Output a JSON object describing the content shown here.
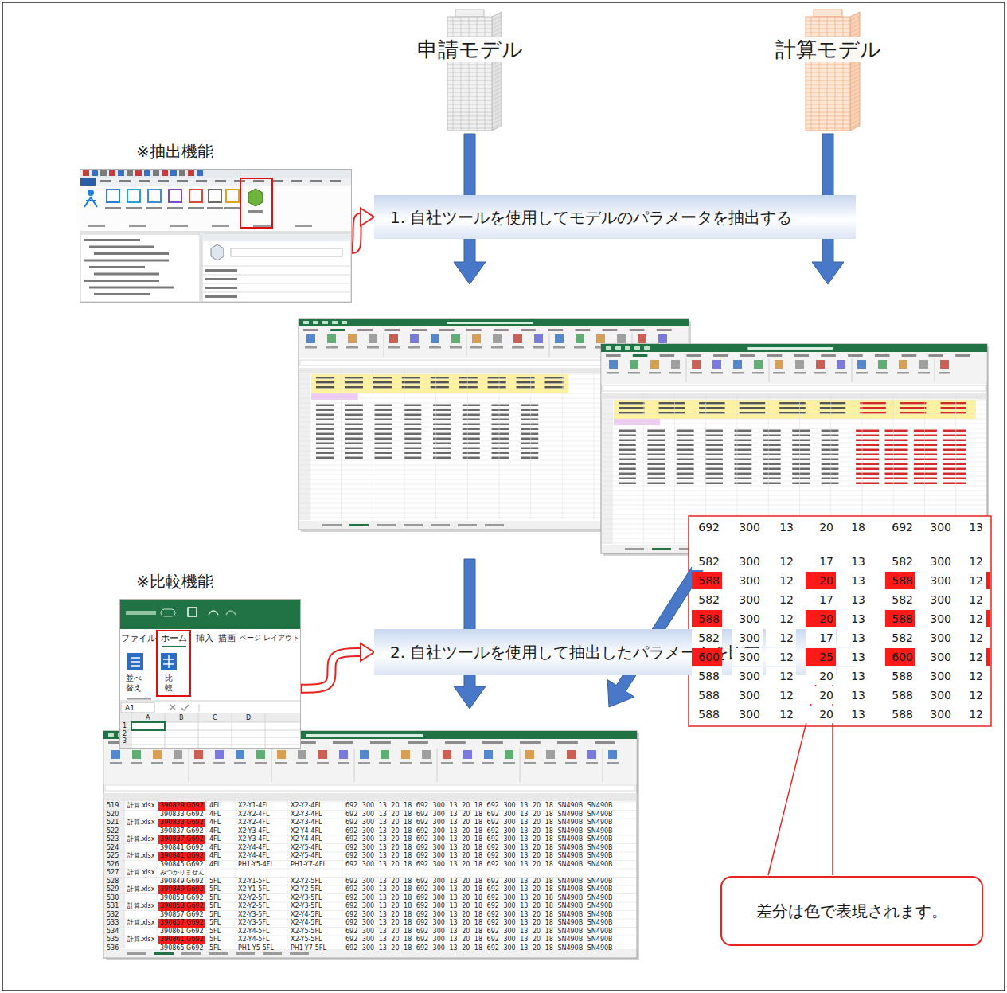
{
  "diagram": {
    "nodes": [
      {
        "text": [
          "※抽出機能"
        ]
      },
      {
        "text": [
          "1. 自社ツールを使用してモデルのパラメータを抽出する"
        ]
      },
      {
        "text": [
          "※比較機能"
        ]
      },
      {
        "text": [
          "2. 自社ツールを使用して抽出したパラメータを比較"
        ]
      },
      {
        "text": [
          "差分は色で表現されます。"
        ]
      }
    ],
    "edges": [
      {
        "from": 0,
        "to": 1,
        "arrow": "to"
      },
      {
        "from": 2,
        "to": 3,
        "arrow": "to"
      }
    ],
    "labels": [
      "申請モデル",
      "計算モデル",
      "ファイル",
      "ホーム",
      "挿入",
      "描画",
      "ページ レイアウト",
      "並べ替え",
      "比較",
      "A1",
      "A",
      "B",
      "C",
      "D",
      "1",
      "2",
      "3",
      "692",
      "300",
      "13",
      "20",
      "18",
      "692",
      "300",
      "13",
      "582",
      "300",
      "12",
      "17",
      "13",
      "582",
      "300",
      "12",
      "588",
      "300",
      "12",
      "20",
      "13",
      "588",
      "300",
      "12",
      "582",
      "300",
      "12",
      "17",
      "13",
      "582",
      "300",
      "12",
      "588",
      "300",
      "12",
      "20",
      "13",
      "588",
      "300",
      "12",
      "582",
      "300",
      "12",
      "17",
      "13",
      "582",
      "300",
      "12",
      "600",
      "300",
      "12",
      "25",
      "13",
      "600",
      "300",
      "12",
      "588",
      "300",
      "12",
      "20",
      "13",
      "588",
      "300",
      "12",
      "588",
      "300",
      "12",
      "20",
      "13",
      "588",
      "300",
      "12",
      "588",
      "300",
      "12",
      "20",
      "13",
      "588",
      "300",
      "12",
      "519",
      "計算.xlsx",
      "390829 G692",
      "4FL",
      "X2-Y1-4FL",
      "X2-Y2-4FL",
      "692 300 13 20 18 692 300 13 20 18 692 300 13 20 18 SN490B SN490B",
      "520",
      "390833 G692",
      "4FL",
      "X2-Y2-4FL",
      "X2-Y3-4FL",
      "692 300 13 20 18 692 300 13 20 18 692 300 13 20 18 SN490B SN490B",
      "521",
      "計算.xlsx",
      "390833 G692",
      "4FL",
      "X2-Y2-4FL",
      "X2-Y3-4FL",
      "692 300 13 20 18 692 300 13 20 18 692 300 13 20 18 SN490B SN490B",
      "522",
      "390837 G692",
      "4FL",
      "X2-Y3-4FL",
      "X2-Y4-4FL",
      "692 300 13 20 18 692 300 13 20 18 692 300 13 20 18 SN490B SN490B",
      "523",
      "計算.xlsx",
      "390837 G692",
      "4FL",
      "X2-Y3-4FL",
      "X2-Y4-4FL",
      "692 300 13 20 18 692 300 13 20 18 692 300 13 20 18 SN490B SN490B",
      "524",
      "390841 G692",
      "4FL",
      "X2-Y4-4FL",
      "X2-Y5-4FL",
      "692 300 13 20 18 692 300 13 20 18 692 300 13 20 18 SN490B SN490B",
      "525",
      "計算.xlsx",
      "390841 G692",
      "4FL",
      "X2-Y4-4FL",
      "X2-Y5-4FL",
      "692 300 13 20 18 692 300 13 20 18 692 300 13 20 18 SN490B SN490B",
      "526",
      "390845 G692",
      "4FL",
      "PH1-Y5-4FL",
      "PH1-Y7-4FL",
      "692 300 13 20 18 692 300 13 20 18 692 300 13 20 18 SN490B SN490B",
      "527",
      "計算.xlsx",
      "みつかりません",
      "528",
      "390849 G692",
      "5FL",
      "X2-Y1-5FL",
      "X2-Y2-5FL",
      "692 300 13 20 18 692 300 13 20 18 692 300 13 20 18 SN490B SN490B",
      "529",
      "計算.xlsx",
      "390849 G692",
      "5FL",
      "X2-Y1-5FL",
      "X2-Y2-5FL",
      "692 300 13 20 18 692 300 13 20 18 692 300 13 20 18 SN490B SN490B",
      "530",
      "390853 G692",
      "5FL",
      "X2-Y2-5FL",
      "X2-Y3-5FL",
      "692 300 13 20 18 692 300 13 20 18 692 300 13 20 18 SN490B SN490B",
      "531",
      "計算.xlsx",
      "390853 G692",
      "5FL",
      "X2-Y2-5FL",
      "X2-Y3-5FL",
      "692 300 13 20 18 692 300 13 20 18 692 300 13 20 18 SN490B SN490B",
      "532",
      "390857 G692",
      "5FL",
      "X2-Y3-5FL",
      "X2-Y4-5FL",
      "692 300 13 20 18 692 300 13 20 18 692 300 13 20 18 SN490B SN490B",
      "533",
      "計算.xlsx",
      "390857 G692",
      "5FL",
      "X2-Y3-5FL",
      "X2-Y4-5FL",
      "692 300 13 20 18 692 300 13 20 18 692 300 13 20 18 SN490B SN490B",
      "534",
      "390861 G692",
      "5FL",
      "X2-Y4-5FL",
      "X2-Y5-5FL",
      "692 300 13 20 18 692 300 13 20 18 692 300 13 20 18 SN490B SN490B",
      "535",
      "計算.xlsx",
      "390861 G692",
      "5FL",
      "X2-Y4-5FL",
      "X2-Y5-5FL",
      "692 300 13 20 18 692 300 13 20 18 692 300 13 20 18 SN490B SN490B",
      "536",
      "390865 G692",
      "5FL",
      "PH1-Y5-5FL",
      "PH1-Y7-5FL",
      "692 300 13 20 18 692 300 13 20 18 692 300 13 20 18 SN490B SN490B"
    ]
  }
}
